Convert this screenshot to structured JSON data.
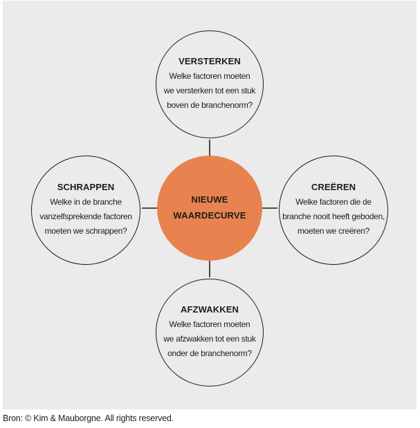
{
  "colors": {
    "page_background": "#FFFFFF",
    "panel_background": "#EBEBEB",
    "accent_orange": "#E8824F",
    "line_black": "#1B1B1B"
  },
  "diagram": {
    "top": {
      "title": "VERSTERKEN",
      "body": "Welke factoren moeten\nwe versterken tot een stuk\nboven de branchenorm?"
    },
    "left": {
      "title": "SCHRAPPEN",
      "body": "Welke in de branche\nvanzelfsprekende factoren\nmoeten we schrappen?"
    },
    "right": {
      "title": "CREËREN",
      "body": "Welke factoren die de\nbranche nooit heeft geboden,\nmoeten we creëren?"
    },
    "bottom": {
      "title": "AFZWAKKEN",
      "body": "Welke factoren moeten\nwe afzwakken tot een stuk\nonder de branchenorm?"
    },
    "center": {
      "title": "NIEUWE\nWAARDECURVE"
    }
  },
  "footer": {
    "source": "Bron: © Kim & Mauborgne. All rights reserved."
  }
}
